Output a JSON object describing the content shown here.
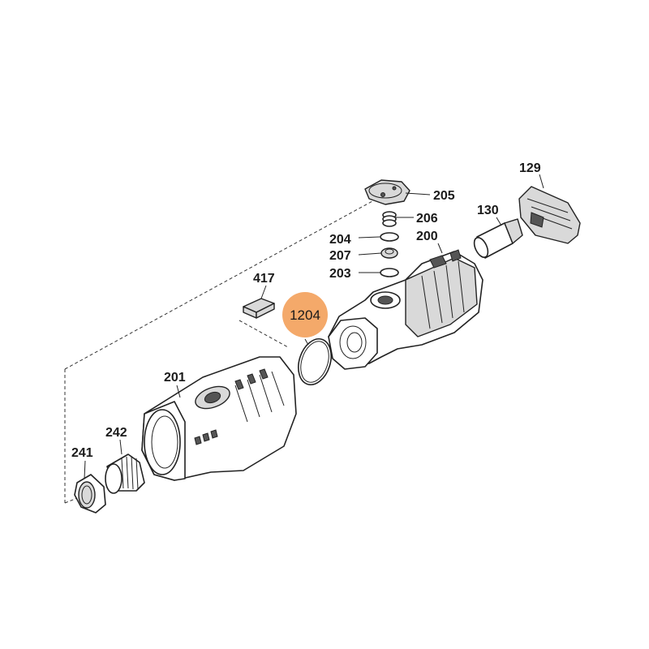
{
  "diagram": {
    "highlight_color": "#f4a96a",
    "highlighted_part": "1204",
    "parts": [
      {
        "id": "129"
      },
      {
        "id": "130"
      },
      {
        "id": "205"
      },
      {
        "id": "206"
      },
      {
        "id": "200"
      },
      {
        "id": "204"
      },
      {
        "id": "207"
      },
      {
        "id": "203"
      },
      {
        "id": "417"
      },
      {
        "id": "1204"
      },
      {
        "id": "201"
      },
      {
        "id": "242"
      },
      {
        "id": "241"
      }
    ]
  }
}
